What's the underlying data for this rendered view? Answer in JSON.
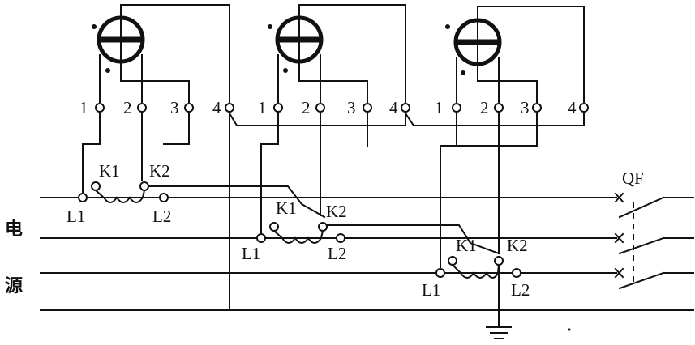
{
  "colors": {
    "ink": "#111111",
    "background": "#ffffff"
  },
  "meters": [
    {
      "terminals": [
        "1",
        "2",
        "3",
        "4"
      ]
    },
    {
      "terminals": [
        "1",
        "2",
        "3",
        "4"
      ]
    },
    {
      "terminals": [
        "1",
        "2",
        "3",
        "4"
      ]
    }
  ],
  "current_transformers": [
    {
      "k1": "K1",
      "k2": "K2",
      "l1": "L1",
      "l2": "L2"
    },
    {
      "k1": "K1",
      "k2": "K2",
      "l1": "L1",
      "l2": "L2"
    },
    {
      "k1": "K1",
      "k2": "K2",
      "l1": "L1",
      "l2": "L2"
    }
  ],
  "breaker": {
    "label": "QF"
  },
  "source": {
    "label_1": "电",
    "label_2": "源"
  },
  "icons": {
    "ground": "ground-icon",
    "meter_disc": "meter-disc-icon",
    "ct_coil": "ct-coil-icon"
  }
}
